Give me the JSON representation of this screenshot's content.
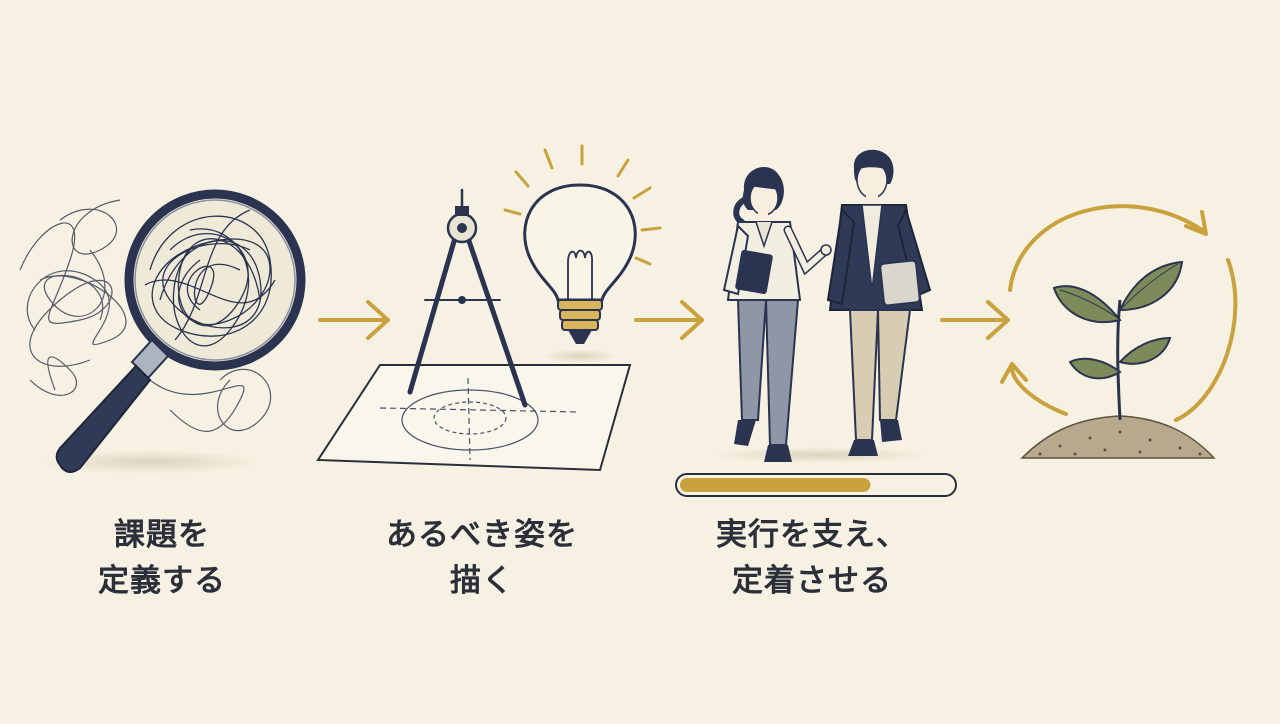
{
  "steps": [
    {
      "line1": "課題を",
      "line2": "定義する",
      "icon": "magnifying-glass-icon"
    },
    {
      "line1": "あるべき姿を",
      "line2": "描く",
      "icon": "compass-lightbulb-icon"
    },
    {
      "line1": "実行を支え、",
      "line2": "定着させる",
      "icon": "walking-people-icon"
    },
    {
      "line1": "",
      "line2": "",
      "icon": "sprout-cycle-icon"
    }
  ],
  "progress": {
    "value": 0.7
  },
  "colors": {
    "background": "#f6f1e2",
    "navy": "#2a3450",
    "gold": "#c9a23d",
    "text": "#2b2f3a",
    "leaf": "#7d8a5a"
  }
}
